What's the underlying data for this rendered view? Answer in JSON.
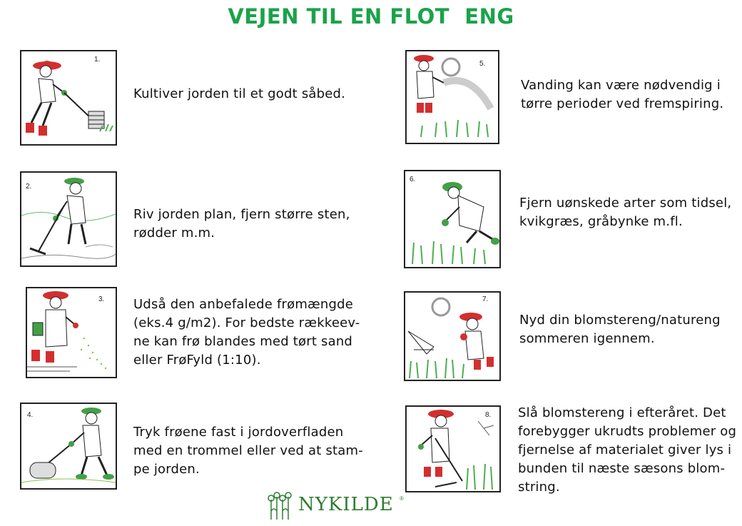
{
  "title": "VEJEN TIL EN FLOT  ENG",
  "steps": [
    {
      "number": "1.",
      "text": "Kultiver jorden til et godt såbed."
    },
    {
      "number": "2.",
      "text": "Riv jorden plan, fjern større sten,\nrødder m.m."
    },
    {
      "number": "3.",
      "text": "Udså den anbefalede frømængde\n(eks.4 g/m2). For bedste rækkeev-\nne kan frø blandes med tørt sand\neller FrøFyld (1:10)."
    },
    {
      "number": "4.",
      "text": "Tryk frøene fast i jordoverfladen\nmed en trommel eller ved at stam-\npe jorden."
    },
    {
      "number": "5.",
      "text": "Vanding kan være nødvendig i\ntørre perioder ved fremspiring."
    },
    {
      "number": "6.",
      "text": "Fjern uønskede arter som tidsel,\nkvikgræs, gråbynke m.fl."
    },
    {
      "number": "7.",
      "text": "Nyd din blomstereng/natureng\nsommeren igennem."
    },
    {
      "number": "8.",
      "text": "Slå blomstereng i efteråret. Det\nforebygger ukrudts problemer og\nfjernelse af materialet giver lys i\nbunden til næste sæsons blom-\nstring."
    }
  ],
  "logo": {
    "text": "NYKILDE",
    "mark": "®"
  },
  "colors": {
    "title": "#1aa34a",
    "hat": "#d32f2f",
    "boots": "#d32f2f",
    "gloves": "#43a047",
    "plants": "#4caf50"
  }
}
